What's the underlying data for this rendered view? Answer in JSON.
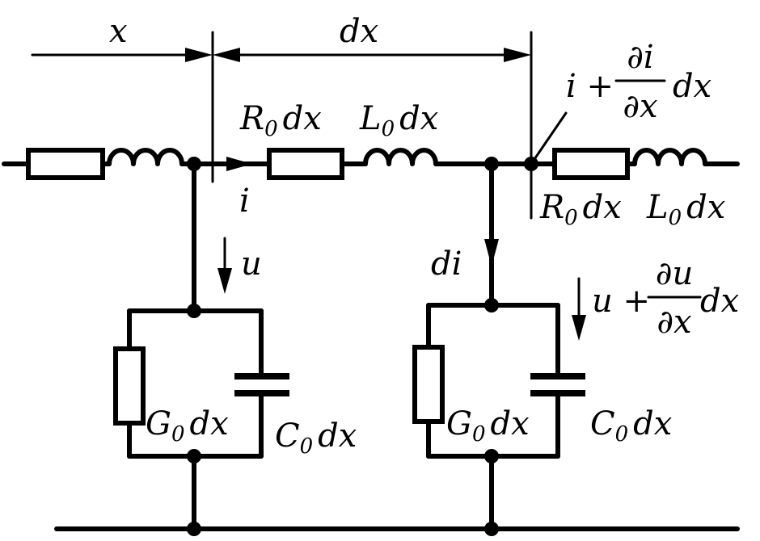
{
  "dimensions": {
    "x": "x",
    "dx": "dx"
  },
  "series_elements": {
    "r_main": {
      "sym": "R",
      "sub": "0",
      "rest": "dx"
    },
    "l_main": {
      "sym": "L",
      "sub": "0",
      "rest": "dx"
    },
    "r_right": {
      "sym": "R",
      "sub": "0",
      "rest": "dx"
    },
    "l_right": {
      "sym": "L",
      "sub": "0",
      "rest": "dx"
    }
  },
  "shunt_elements": {
    "g_left": {
      "sym": "G",
      "sub": "0",
      "rest": "dx"
    },
    "c_left": {
      "sym": "C",
      "sub": "0",
      "rest": "dx"
    },
    "g_right": {
      "sym": "G",
      "sub": "0",
      "rest": "dx"
    },
    "c_right": {
      "sym": "C",
      "sub": "0",
      "rest": "dx"
    }
  },
  "currents": {
    "i": "i",
    "di": "di",
    "i_out": {
      "prefix": "i +",
      "num": "∂i",
      "den": "∂x",
      "tail": "dx"
    }
  },
  "voltages": {
    "u": "u",
    "u_out": {
      "prefix": "u +",
      "num": "∂u",
      "den": "∂x",
      "tail": "dx"
    }
  }
}
